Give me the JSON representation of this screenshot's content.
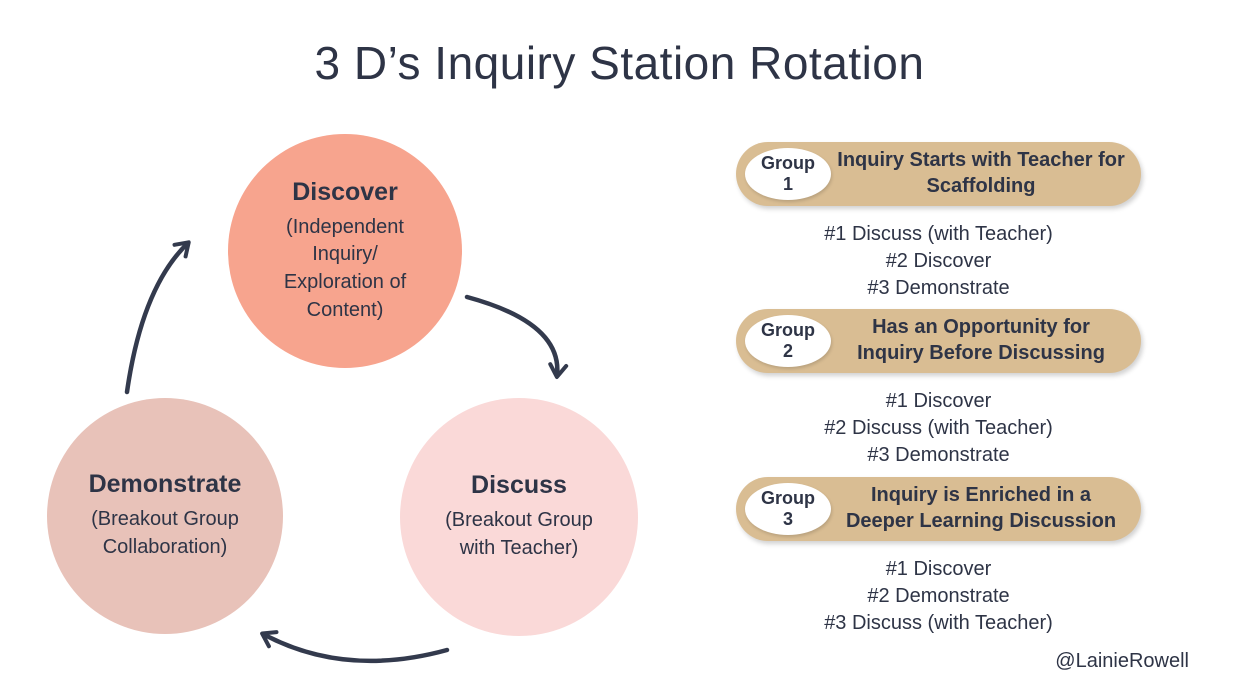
{
  "title": "3 D’s Inquiry Station Rotation",
  "cycle": {
    "discover": {
      "title": "Discover",
      "desc": "(Independent Inquiry/ Exploration of Content)"
    },
    "discuss": {
      "title": "Discuss",
      "desc": "(Breakout Group with Teacher)"
    },
    "demonstrate": {
      "title": "Demonstrate",
      "desc": "(Breakout Group Collaboration)"
    }
  },
  "groups": [
    {
      "label": "Group 1",
      "heading": "Inquiry Starts with Teacher for Scaffolding",
      "steps": [
        "#1 Discuss (with Teacher)",
        "#2 Discover",
        "#3 Demonstrate"
      ]
    },
    {
      "label": "Group 2",
      "heading": "Has an Opportunity for Inquiry Before Discussing",
      "steps": [
        "#1 Discover",
        "#2 Discuss (with Teacher)",
        "#3 Demonstrate"
      ]
    },
    {
      "label": "Group 3",
      "heading": "Inquiry is Enriched in a Deeper Learning Discussion",
      "steps": [
        "#1 Discover",
        "#2 Demonstrate",
        "#3 Discuss (with Teacher)"
      ]
    }
  ],
  "credit": "@LainieRowell",
  "colors": {
    "discover_fill": "#f7a48e",
    "discuss_fill": "#fad9d8",
    "demonstrate_fill": "#e8c2b9",
    "pill_fill": "#d9bd93",
    "text_dark": "#2e3446",
    "arrow": "#333a4d"
  }
}
